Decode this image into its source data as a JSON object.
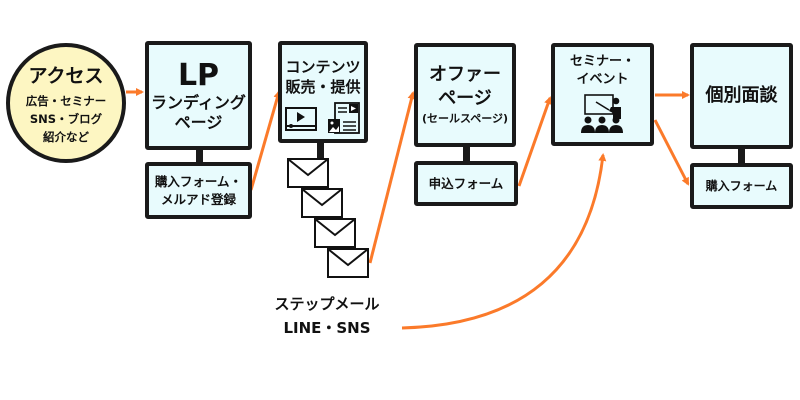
{
  "colors": {
    "arrow": "#fb7a2a",
    "box_fill": "#e8fbfd",
    "circle_fill": "#fdf6c2",
    "border": "#1a1a1a"
  },
  "access": {
    "title": "アクセス",
    "lines": [
      "広告・セミナー",
      "SNS・ブログ",
      "紹介など"
    ]
  },
  "lp": {
    "title": "LP",
    "subtitle_lines": [
      "ランディング",
      "ページ"
    ],
    "form_lines": [
      "購入フォーム・",
      "メルアド登録"
    ]
  },
  "contents": {
    "title_lines": [
      "コンテンツ",
      "販売・提供"
    ],
    "icons": [
      "video-player-icon",
      "document-image-icon"
    ]
  },
  "step_mail": {
    "label_lines": [
      "ステップメール",
      "LINE・SNS"
    ],
    "envelope_count": 4
  },
  "offer": {
    "title_lines": [
      "オファー",
      "ページ"
    ],
    "subtitle": "(セールスページ)",
    "form_label": "申込フォーム"
  },
  "seminar": {
    "title_lines": [
      "セミナー・",
      "イベント"
    ],
    "icon": "seminar-presentation-icon"
  },
  "consult": {
    "title": "個別面談",
    "form_label": "購入フォーム"
  }
}
